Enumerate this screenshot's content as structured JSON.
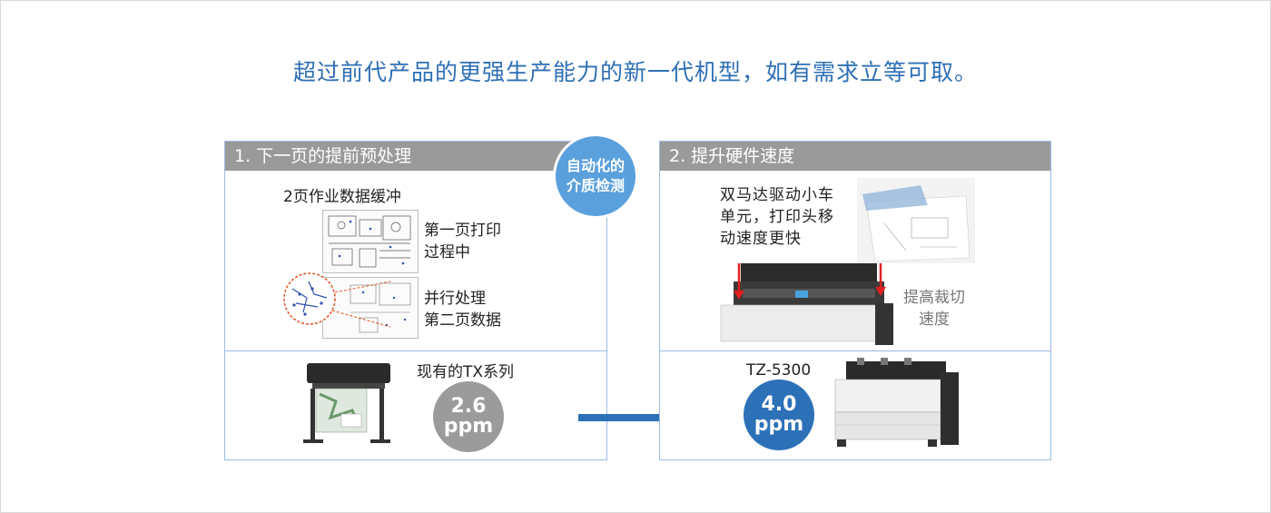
{
  "headline": "超过前代产品的更强生产能力的新一代机型，如有需求立等可取。",
  "left_panel": {
    "title": "1. 下一页的提前预处理",
    "buffer_label": "2页作业数据缓冲",
    "page1_label_line1": "第一页打印",
    "page1_label_line2": "过程中",
    "page2_label_line1": "并行处理",
    "page2_label_line2": "第二页数据",
    "product_label": "现有的TX系列",
    "speed_value": "2.6",
    "speed_unit": "ppm"
  },
  "badge": {
    "line1": "自动化的",
    "line2": "介质检测"
  },
  "right_panel": {
    "title": "2. 提升硬件速度",
    "motor_line1": "双马达驱动小车",
    "motor_line2": "单元，打印头移",
    "motor_line3": "动速度更快",
    "cut_line1": "提高裁切",
    "cut_line2": "速度",
    "product_label": "TZ-5300",
    "speed_value": "4.0",
    "speed_unit": "ppm"
  },
  "colors": {
    "headline": "#2e6fb5",
    "panel_header": "#9a9a9a",
    "panel_border": "#9dbbe0",
    "badge": "#5aa0dc",
    "speed_old": "#9b9b9b",
    "speed_new": "#2c71b8",
    "arrow": "#2c71b8",
    "callout_red": "#e02020"
  },
  "icons": {
    "blueprint_page": "blueprint-sheet",
    "magnifier": "red-dashed-circle",
    "old_printer": "tx-printer-image",
    "new_printer": "tz-printer-image",
    "transition": "right-arrow"
  }
}
